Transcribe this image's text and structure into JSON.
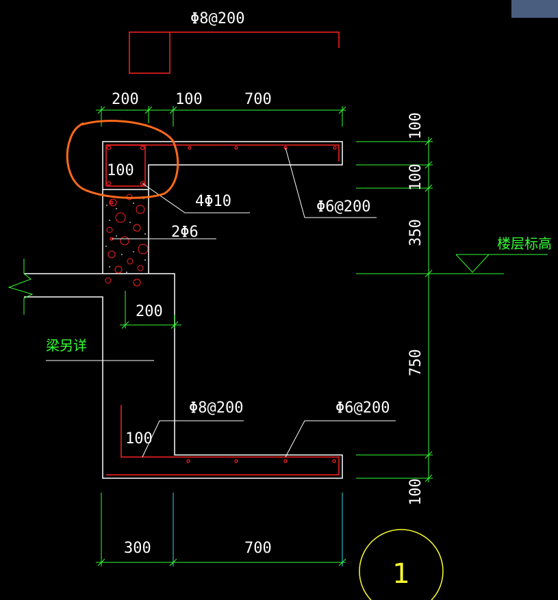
{
  "rebar": {
    "top_hook": "Φ8@200",
    "top_slab": "Φ6@200",
    "upright": "4Φ10",
    "wall_bars": "2Φ6",
    "bottom_main": "Φ8@200",
    "bottom_dist": "Φ6@200"
  },
  "dims": {
    "top_200": "200",
    "top_100": "100",
    "top_700": "700",
    "upright_size": "100",
    "beam_width": "200",
    "bottom_lip": "100",
    "bot_300": "300",
    "bot_700": "700",
    "v_100a": "100",
    "v_100b": "100",
    "v_350": "350",
    "v_750": "750",
    "v_100c": "100"
  },
  "notes": {
    "floor_level": "楼层标高",
    "beam_note": "梁另详"
  },
  "section_mark": "1",
  "colors": {
    "background": "#000000",
    "outline": "#ffffff",
    "rebar": "#ff2222",
    "dimension": "#33ff33",
    "extension": "#33ddee",
    "highlight": "#ff6a1a",
    "mark": "#ffff33"
  }
}
